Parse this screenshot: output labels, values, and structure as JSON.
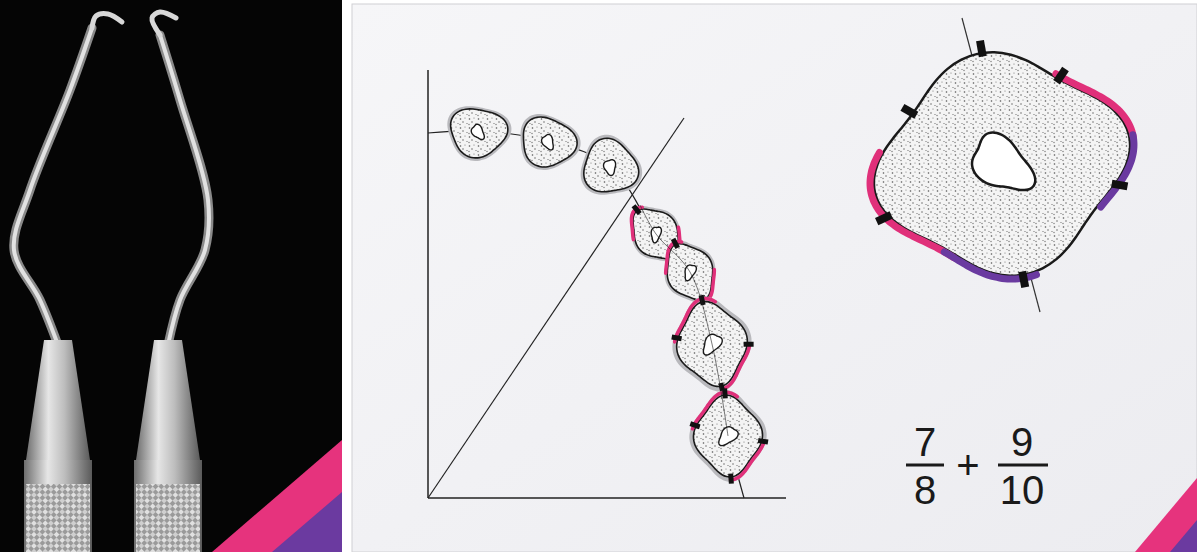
{
  "diagram": {
    "labels": [
      "7",
      "8",
      "+",
      "9",
      "10"
    ]
  }
}
